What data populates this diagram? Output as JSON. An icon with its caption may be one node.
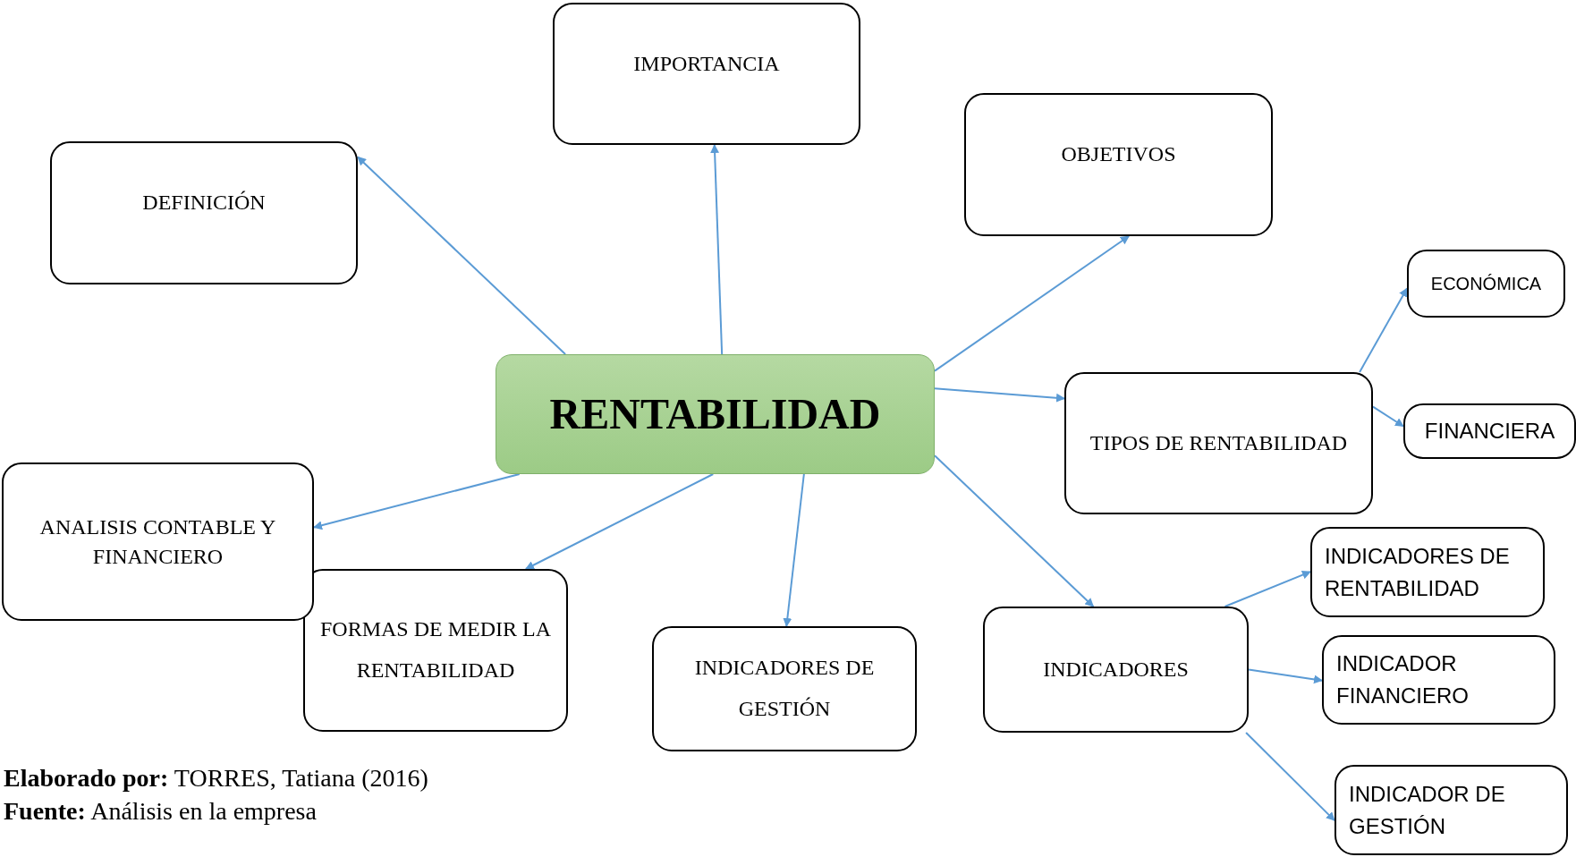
{
  "diagram": {
    "nodes": [
      {
        "text": [
          "RENTABILIDAD"
        ]
      },
      {
        "text": [
          "DEFINICIÓN"
        ]
      },
      {
        "text": [
          "IMPORTANCIA"
        ]
      },
      {
        "text": [
          "OBJETIVOS"
        ]
      },
      {
        "text": [
          "TIPOS DE RENTABILIDAD"
        ]
      },
      {
        "text": [
          "ECONÓMICA"
        ]
      },
      {
        "text": [
          "FINANCIERA"
        ]
      },
      {
        "text": [
          "ANALISIS CONTABLE Y FINANCIERO"
        ]
      },
      {
        "text": [
          "FORMAS DE MEDIR LA RENTABILIDAD"
        ]
      },
      {
        "text": [
          "INDICADORES DE GESTIÓN"
        ]
      },
      {
        "text": [
          "INDICADORES"
        ]
      },
      {
        "text": [
          "INDICADORES DE RENTABILIDAD"
        ]
      },
      {
        "text": [
          "INDICADOR FINANCIERO"
        ]
      },
      {
        "text": [
          "INDICADOR DE GESTIÓN"
        ]
      }
    ],
    "edges": [
      {
        "from": 0,
        "to": 1,
        "arrow": "to"
      },
      {
        "from": 0,
        "to": 2,
        "arrow": "to"
      },
      {
        "from": 0,
        "to": 3,
        "arrow": "to"
      },
      {
        "from": 0,
        "to": 4,
        "arrow": "to"
      },
      {
        "from": 0,
        "to": 10,
        "arrow": "to"
      },
      {
        "from": 0,
        "to": 9,
        "arrow": "to"
      },
      {
        "from": 0,
        "to": 8,
        "arrow": "to"
      },
      {
        "from": 0,
        "to": 7,
        "arrow": "to"
      },
      {
        "from": 4,
        "to": 5,
        "arrow": "to"
      },
      {
        "from": 4,
        "to": 6,
        "arrow": "to"
      },
      {
        "from": 10,
        "to": 11,
        "arrow": "to"
      },
      {
        "from": 10,
        "to": 12,
        "arrow": "to"
      },
      {
        "from": 10,
        "to": 13,
        "arrow": "to"
      }
    ],
    "labels": [
      "**Elaborado por:** TORRES, Tatiana (2016)",
      "**Fuente:** Análisis en la empresa"
    ]
  }
}
